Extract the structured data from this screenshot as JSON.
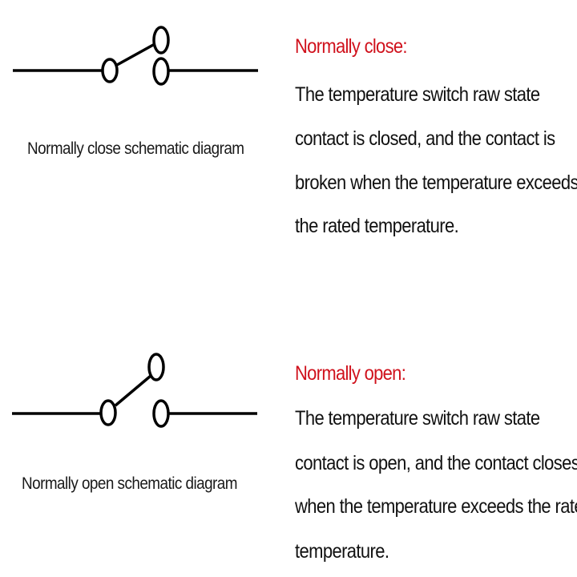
{
  "colors": {
    "heading": "#d0111c",
    "text": "#111111",
    "background": "#ffffff"
  },
  "sections": [
    {
      "diagram": {
        "type": "normally-closed-switch-symbol",
        "caption": "Normally close schematic diagram"
      },
      "heading": "Normally close:",
      "lines": [
        "The temperature switch raw state",
        "contact is closed, and the contact is",
        "broken when the temperature exceeds",
        "the rated temperature."
      ]
    },
    {
      "diagram": {
        "type": "normally-open-switch-symbol",
        "caption": "Normally open schematic diagram"
      },
      "heading": "Normally open:",
      "lines": [
        "The temperature switch raw state",
        "contact is open, and the contact closes",
        "when the temperature exceeds the rated",
        "temperature."
      ]
    }
  ]
}
